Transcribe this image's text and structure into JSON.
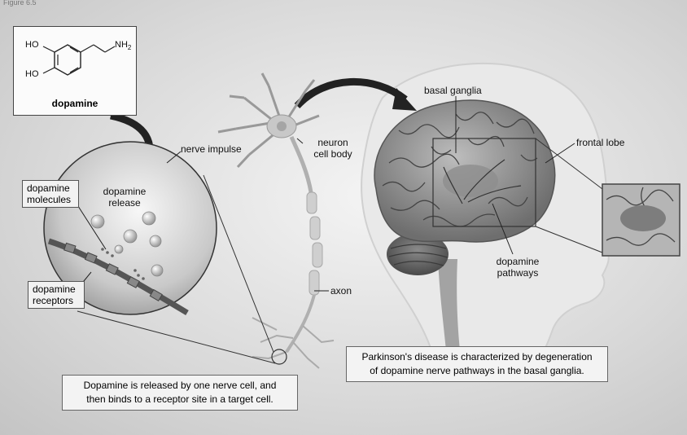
{
  "header_fragment": "Figure 6.5",
  "molecule": {
    "ho_top": "HO",
    "ho_bottom": "HO",
    "nh2": "NH",
    "nh2_sub": "2",
    "name": "dopamine"
  },
  "labels": {
    "nerve_impulse": "nerve impulse",
    "neuron_cell_body_1": "neuron",
    "neuron_cell_body_2": "cell body",
    "dopamine_release_1": "dopamine",
    "dopamine_release_2": "release",
    "dopamine_molecules_1": "dopamine",
    "dopamine_molecules_2": "molecules",
    "dopamine_receptors_1": "dopamine",
    "dopamine_receptors_2": "receptors",
    "axon": "axon",
    "basal_ganglia": "basal ganglia",
    "frontal_lobe": "frontal lobe",
    "dopamine_pathways_1": "dopamine",
    "dopamine_pathways_2": "pathways"
  },
  "captions": {
    "release_line_1": "Dopamine is released by one nerve cell, and",
    "release_line_2": "then binds to a receptor site in a target cell.",
    "parkinsons_line_1": "Parkinson's disease is characterized by degeneration",
    "parkinsons_line_2": "of dopamine nerve pathways in the basal ganglia."
  }
}
